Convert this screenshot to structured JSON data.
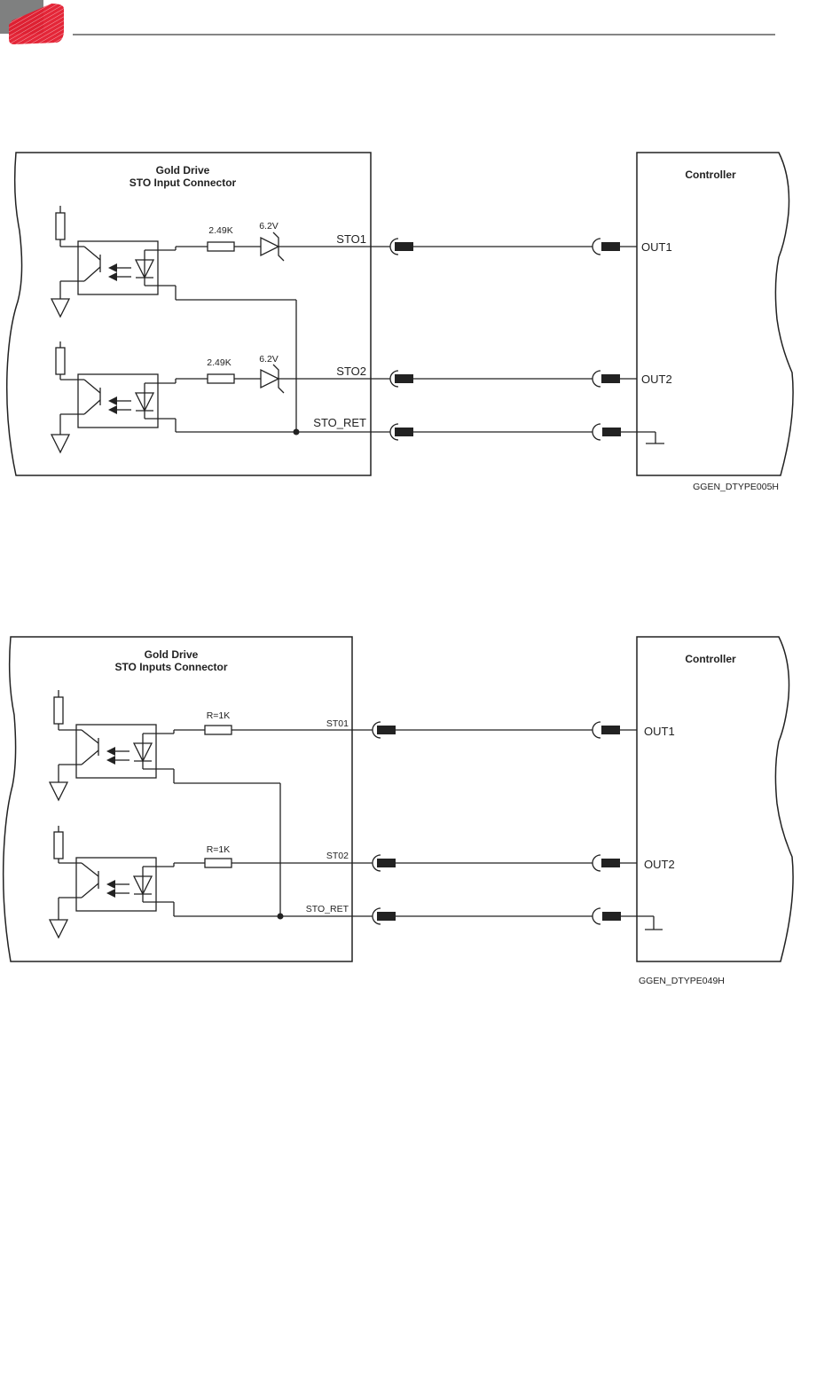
{
  "header": {
    "logo_icon": "elmo-logo-icon",
    "brand_colors": {
      "red": "#e31b2e",
      "gray": "#858585"
    }
  },
  "diagrams": [
    {
      "drive_title_line1": "Gold Drive",
      "drive_title_line2": "STO Input Connector",
      "controller_title": "Controller",
      "channels": [
        {
          "resistor_label": "2.49K",
          "zener_label": "6.2V",
          "signal_label": "STO1",
          "output_label": "OUT1"
        },
        {
          "resistor_label": "2.49K",
          "zener_label": "6.2V",
          "signal_label": "STO2",
          "output_label": "OUT2"
        }
      ],
      "return_label": "STO_RET",
      "figure_id": "GGEN_DTYPE005H"
    },
    {
      "drive_title_line1": "Gold Drive",
      "drive_title_line2": "STO Inputs Connector",
      "controller_title": "Controller",
      "channels": [
        {
          "resistor_label": "R=1K",
          "signal_label": "ST01",
          "output_label": "OUT1"
        },
        {
          "resistor_label": "R=1K",
          "signal_label": "ST02",
          "output_label": "OUT2"
        }
      ],
      "return_label": "STO_RET",
      "figure_id": "GGEN_DTYPE049H"
    }
  ]
}
